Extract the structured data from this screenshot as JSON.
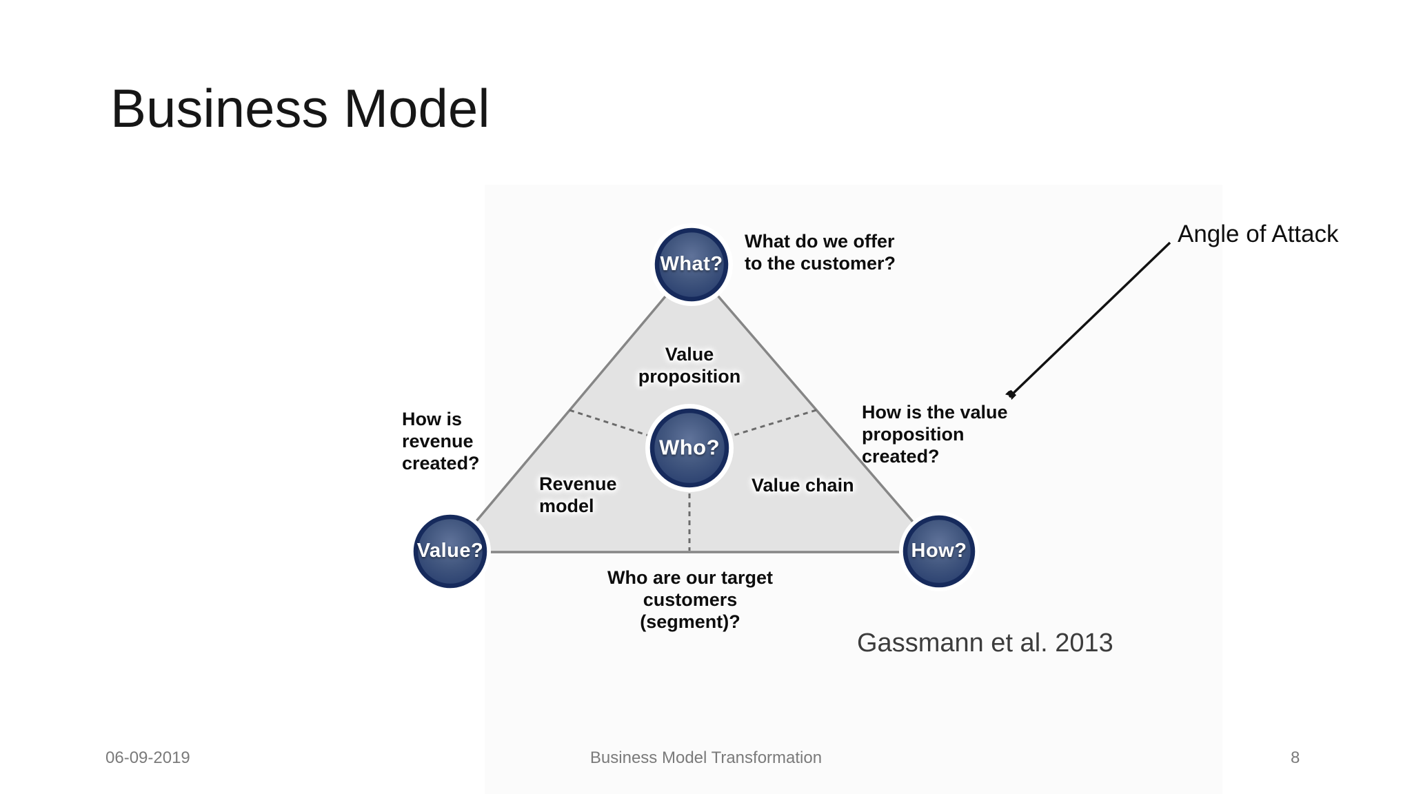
{
  "title": "Business Model",
  "annotation": {
    "label": "Angle of Attack"
  },
  "citation": "Gassmann et al. 2013",
  "diagram": {
    "nodes": {
      "what": {
        "label": "What?",
        "question": "What do we offer\nto the customer?"
      },
      "who": {
        "label": "Who?",
        "question": "Who are our target\ncustomers\n(segment)?"
      },
      "value": {
        "label": "Value?",
        "question": "How is\nrevenue\ncreated?"
      },
      "how": {
        "label": "How?",
        "question": "How is the value\nproposition\ncreated?"
      }
    },
    "segments": {
      "value_proposition": "Value\nproposition",
      "revenue_model": "Revenue\nmodel",
      "value_chain": "Value chain"
    }
  },
  "footer": {
    "date": "06-09-2019",
    "center": "Business Model Transformation",
    "page_number": "8"
  },
  "colors": {
    "node_fill": "#41567f",
    "node_ring": "#162a5c",
    "triangle_fill": "#e3e3e3",
    "triangle_border": "#868686",
    "dashed_line": "#6b6b6b",
    "footer_text": "#7a7a7a",
    "arrow": "#121212"
  }
}
